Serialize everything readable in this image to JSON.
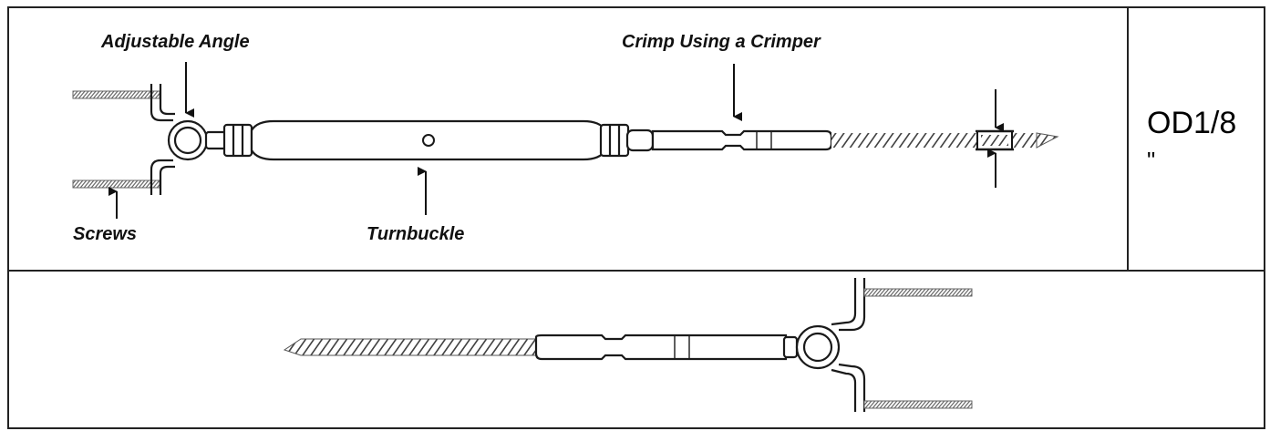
{
  "labels": {
    "adjustable_angle": "Adjustable Angle",
    "crimp": "Crimp Using a Crimper",
    "screws": "Screws",
    "turnbuckle": "Turnbuckle"
  },
  "spec": {
    "line1": "OD1/8",
    "line2": "\""
  },
  "colors": {
    "line": "#1a1a1a",
    "hatch": "#555555",
    "background": "#ffffff"
  }
}
